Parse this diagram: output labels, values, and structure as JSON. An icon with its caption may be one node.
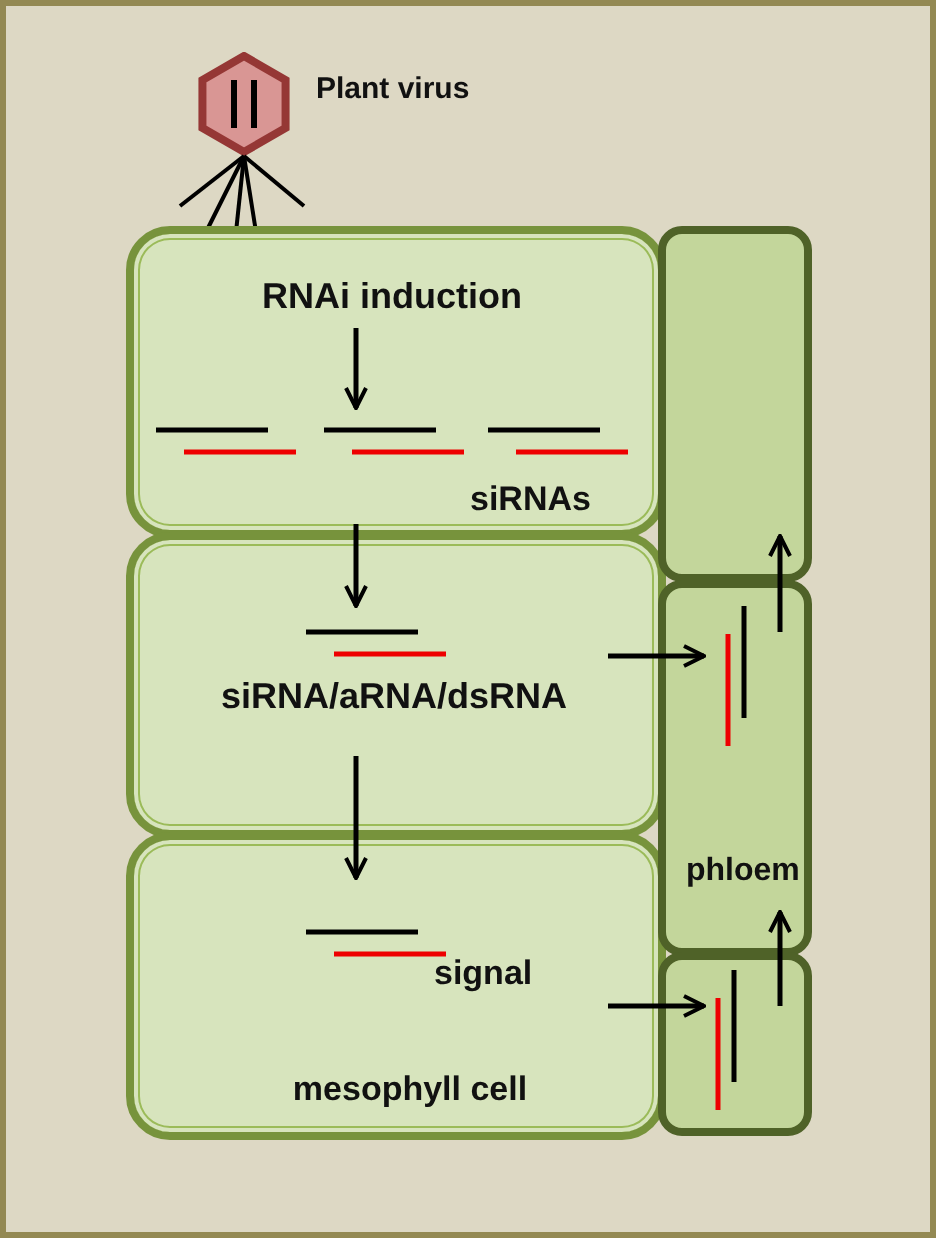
{
  "diagram": {
    "nodes": [
      {
        "text": [],
        "shape": "picture",
        "beside": [
          "Plant virus"
        ]
      },
      {
        "text": [],
        "shape": "box"
      },
      {
        "text": [
          "RNAi induction"
        ],
        "in": 1
      },
      {
        "text": [
          "siRNAs"
        ],
        "in": 1
      },
      {
        "text": [
          "siRNA/aRNA/dsRNA"
        ]
      },
      {
        "text": [
          "signal",
          "mesophyll cell"
        ]
      },
      {
        "text": [],
        "shape": "box"
      },
      {
        "text": [
          "phloem"
        ]
      },
      {
        "text": [],
        "shape": "box"
      }
    ],
    "edges": [
      {
        "from": 2,
        "to": 3,
        "arrow": "to"
      },
      {
        "from": 3,
        "to": 4,
        "arrow": "to"
      },
      {
        "from": 4,
        "to": 5,
        "arrow": "to"
      },
      {
        "from": 4,
        "to": 7,
        "arrow": "to"
      },
      {
        "from": 5,
        "to": 8,
        "arrow": "to"
      },
      {
        "from": 8,
        "to": 7,
        "arrow": "to"
      },
      {
        "from": 7,
        "to": 6,
        "arrow": "to"
      }
    ]
  }
}
